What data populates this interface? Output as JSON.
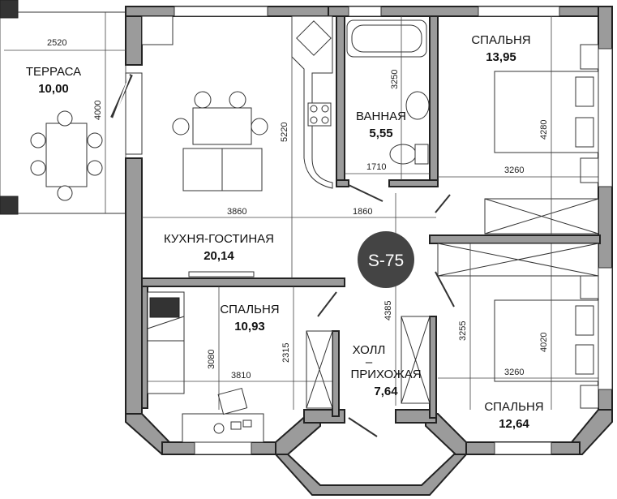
{
  "plan_id": "S-75",
  "rooms": {
    "terrace": {
      "name": "ТЕРРАСА",
      "area": "10,00"
    },
    "kitchen_living": {
      "name": "КУХНЯ-ГОСТИНАЯ",
      "area": "20,14"
    },
    "bathroom": {
      "name": "ВАННАЯ",
      "area": "5,55"
    },
    "bedroom_top_right": {
      "name": "СПАЛЬНЯ",
      "area": "13,95"
    },
    "bedroom_bottom_left": {
      "name": "СПАЛЬНЯ",
      "area": "10,93"
    },
    "bedroom_bottom_right": {
      "name": "СПАЛЬНЯ",
      "area": "12,64"
    },
    "hall": {
      "name_line1": "ХОЛЛ",
      "name_line2": "–",
      "name_line3": "ПРИХОЖАЯ",
      "area": "7,64"
    }
  },
  "dimensions": {
    "terrace_width": "2520",
    "terrace_height": "4000",
    "kitchen_height": "5220",
    "kitchen_width": "3860",
    "hall_width": "1860",
    "bath_height": "3250",
    "bath_width": "1710",
    "bed_tr_height": "4280",
    "bed_tr_width": "3260",
    "bed_bl_height": "3080",
    "bed_bl_width": "3810",
    "bed_bl_depth": "2315",
    "hall_height": "4385",
    "bed_br_height": "3255",
    "bed_br_depth": "4020",
    "bed_br_width": "3260"
  },
  "colors": {
    "wall": "#9b9b9b",
    "badge": "#444444"
  }
}
